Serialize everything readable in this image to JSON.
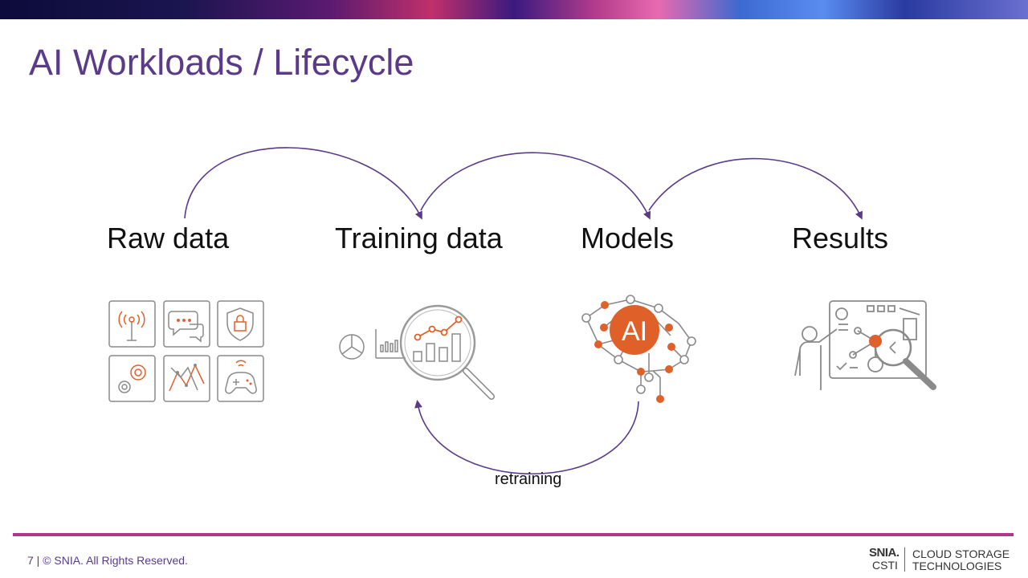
{
  "slide": {
    "title": "AI Workloads / Lifecycle",
    "stages": [
      "Raw data",
      "Training data",
      "Models",
      "Results"
    ],
    "loop_label": "retraining",
    "footer": "7 | © SNIA. All Rights Reserved.",
    "logo": {
      "mark": "SNIA.",
      "sub": "CSTI",
      "line1": "CLOUD STORAGE",
      "line2": "TECHNOLOGIES"
    }
  },
  "colors": {
    "title": "#5b3a8a",
    "arrow": "#5b3a8a",
    "accent_orange": "#e0602a",
    "footer_rule": "#b5338a",
    "icon_gray": "#8a8a8a"
  },
  "icons": {
    "raw_data": [
      "antenna-icon",
      "chat-icon",
      "shield-lock-icon",
      "gears-icon",
      "graph-icon",
      "gamepad-icon"
    ],
    "training_data": "magnifier-chart-icon",
    "models": "ai-brain-icon",
    "results": "presentation-board-icon"
  }
}
